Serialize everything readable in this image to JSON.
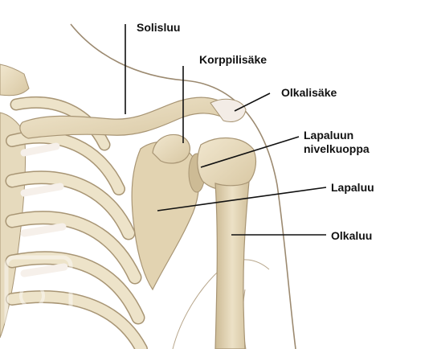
{
  "labels": {
    "solisluu": "Solisluu",
    "korppilisake": "Korppilisäke",
    "olkalisake": "Olkalisäke",
    "lapaluun_nivelkuoppa_line1": "Lapaluun",
    "lapaluun_nivelkuoppa_line2": "nivelkuoppa",
    "lapaluu": "Lapaluu",
    "olkaluu": "Olkaluu"
  },
  "colors": {
    "bone": "#e8dcc0",
    "bone_shadow": "#c9b893",
    "bone_outline": "#a89574",
    "cartilage": "#f3ece6",
    "skin_line": "#9c8a70",
    "leader_line": "#111111",
    "label_text": "#111111",
    "background": "#ffffff"
  }
}
